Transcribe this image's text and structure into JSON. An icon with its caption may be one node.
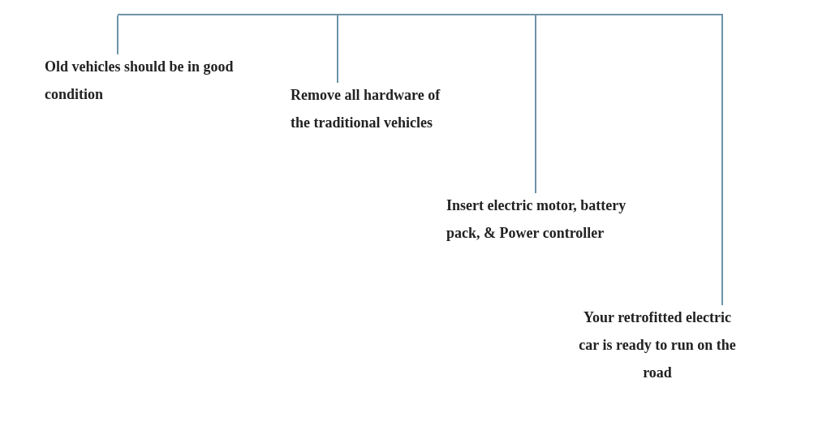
{
  "diagram": {
    "nodes": [
      {
        "text": [],
        "shape": "bar"
      },
      {
        "text": [
          "Old vehicles should be in good condition"
        ]
      },
      {
        "text": [
          "Remove all hardware of the traditional vehicles"
        ]
      },
      {
        "text": [
          "Insert electric motor, battery pack, & Power controller"
        ]
      },
      {
        "text": [
          "Your retrofitted electric car is ready to run on the road"
        ]
      }
    ],
    "edges": [
      {
        "from": 0,
        "to": 1,
        "arrow": "none"
      },
      {
        "from": 0,
        "to": 2,
        "arrow": "none"
      },
      {
        "from": 0,
        "to": 3,
        "arrow": "none"
      },
      {
        "from": 0,
        "to": 4,
        "arrow": "none"
      }
    ]
  }
}
